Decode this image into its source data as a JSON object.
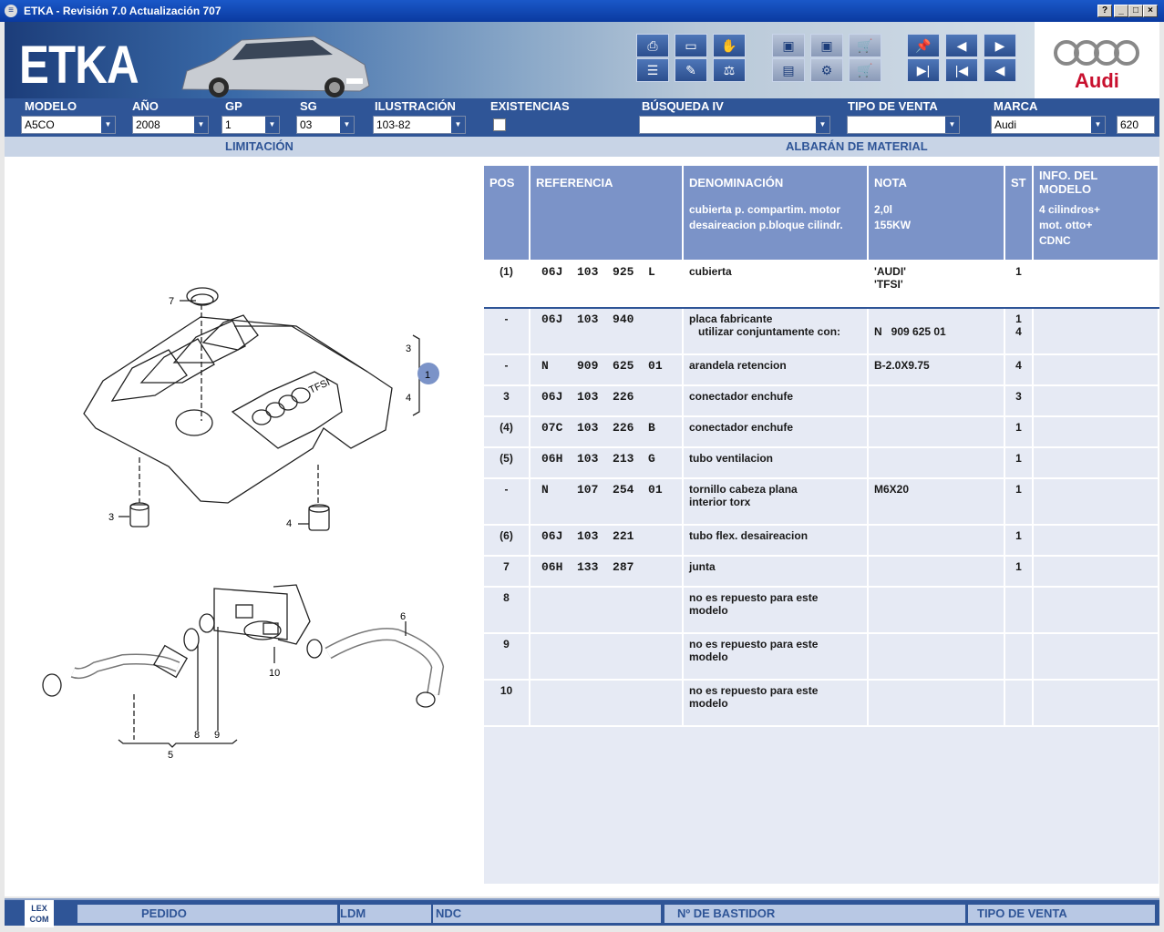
{
  "window": {
    "title": "ETKA - Revisión 7.0 Actualización 707",
    "help": "?",
    "min": "_",
    "max": "□",
    "close": "×"
  },
  "header": {
    "logo": "ETKA",
    "brand_logo_text": "Audi"
  },
  "fields": {
    "modelo": {
      "label": "MODELO",
      "value": "A5CO"
    },
    "anio": {
      "label": "AÑO",
      "value": "2008"
    },
    "gp": {
      "label": "GP",
      "value": "1"
    },
    "sg": {
      "label": "SG",
      "value": "03"
    },
    "ilustracion": {
      "label": "ILUSTRACIÓN",
      "value": "103-82"
    },
    "existencias": {
      "label": "EXISTENCIAS"
    },
    "busqueda": {
      "label": "BÚSQUEDA IV",
      "value": ""
    },
    "tipo_venta": {
      "label": "TIPO DE VENTA",
      "value": ""
    },
    "marca": {
      "label": "MARCA",
      "value": "Audi"
    },
    "code": "620"
  },
  "subbar": {
    "left": "LIMITACIÓN",
    "right": "ALBARÁN DE MATERIAL"
  },
  "table": {
    "columns": [
      "POS",
      "REFERENCIA",
      "DENOMINACIÓN",
      "NOTA",
      "ST",
      "INFO. DEL MODELO"
    ],
    "header_row": {
      "denom": "cubierta p. compartim. motor\ndesaireacion p.bloque cilindr.",
      "nota": "2,0l\n155KW",
      "info": "4 cilindros+\nmot. otto+\nCDNC"
    },
    "rows": [
      {
        "pos": "(1)",
        "ref": "06J  103  925  L",
        "denom": "cubierta",
        "nota": "'AUDI'\n'TFSI'",
        "st": "1",
        "selected": true
      },
      {
        "pos": "-",
        "ref": "06J  103  940",
        "denom": "placa fabricante\n   utilizar conjuntamente con:",
        "nota": "\nN   909 625 01",
        "st": "1\n4"
      },
      {
        "pos": "-",
        "ref": "N    909  625  01",
        "denom": "arandela retencion",
        "nota": "B-2.0X9.75",
        "st": "4"
      },
      {
        "pos": "3",
        "ref": "06J  103  226",
        "denom": "conectador enchufe",
        "nota": "",
        "st": "3"
      },
      {
        "pos": "(4)",
        "ref": "07C  103  226  B",
        "denom": "conectador enchufe",
        "nota": "",
        "st": "1"
      },
      {
        "pos": "(5)",
        "ref": "06H  103  213  G",
        "denom": "tubo ventilacion",
        "nota": "",
        "st": "1"
      },
      {
        "pos": "-",
        "ref": "N    107  254  01",
        "denom": "tornillo cabeza plana\ninterior torx",
        "nota": "M6X20",
        "st": "1"
      },
      {
        "pos": "(6)",
        "ref": "06J  103  221",
        "denom": "tubo flex. desaireacion",
        "nota": "",
        "st": "1"
      },
      {
        "pos": "7",
        "ref": "06H  133  287",
        "denom": "junta",
        "nota": "",
        "st": "1"
      },
      {
        "pos": "8",
        "ref": "",
        "denom": "no es repuesto para este\nmodelo",
        "nota": "",
        "st": ""
      },
      {
        "pos": "9",
        "ref": "",
        "denom": "no es repuesto para este\nmodelo",
        "nota": "",
        "st": ""
      },
      {
        "pos": "10",
        "ref": "",
        "denom": "no es repuesto para este\nmodelo",
        "nota": "",
        "st": ""
      }
    ]
  },
  "diagram": {
    "labels": [
      "7",
      "3",
      "1",
      "4",
      "TFSI",
      "3",
      "4",
      "6",
      "10",
      "8",
      "9",
      "5"
    ]
  },
  "statusbar": {
    "lex": "LEX\nCOM",
    "pedido": "PEDIDO",
    "ldm": "LDM",
    "ndc": "NDC",
    "bastidor": "Nº DE BASTIDOR",
    "tipo_venta": "TIPO DE VENTA"
  }
}
